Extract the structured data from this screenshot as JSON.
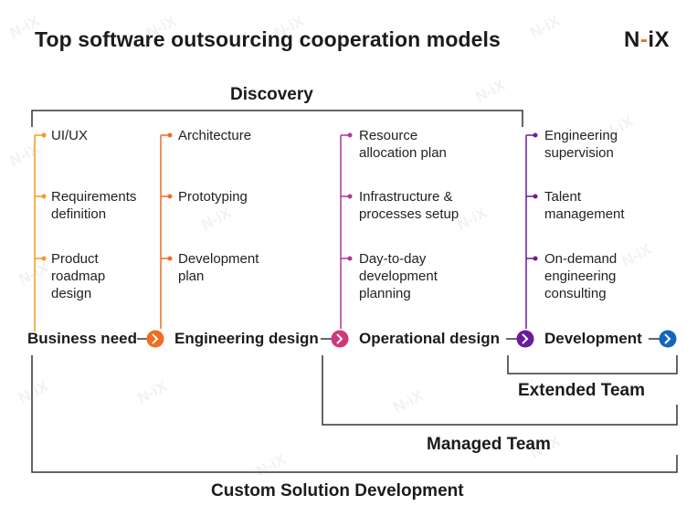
{
  "title": "Top software outsourcing cooperation models",
  "logo": {
    "n": "N",
    "dash": "-",
    "ix": "iX"
  },
  "watermark": "N-iX",
  "brackets": {
    "discovery": "Discovery",
    "extended_team": "Extended Team",
    "managed_team": "Managed Team",
    "custom_solution": "Custom Solution Development"
  },
  "stages": [
    {
      "label": "Business need",
      "color": "#f59b1f"
    },
    {
      "label": "Engineering design",
      "color": "#f26c21"
    },
    {
      "label": "Operational design",
      "color": "#b1349a"
    },
    {
      "label": "Development",
      "color": "#6a1b9a"
    }
  ],
  "end_arrow_color": "#1565c0",
  "columns": [
    {
      "color": "#f59b1f",
      "items": [
        "UI/UX",
        "Requirements\ndefinition",
        "Product\nroadmap\ndesign"
      ]
    },
    {
      "color": "#f26c21",
      "items": [
        "Architecture",
        "Prototyping",
        "Development\nplan"
      ]
    },
    {
      "color": "#b1349a",
      "items": [
        "Resource\nallocation plan",
        "Infrastructure &\nprocesses setup",
        "Day-to-day\ndevelopment\nplanning"
      ]
    },
    {
      "color": "#6a1b9a",
      "items": [
        "Engineering\nsupervision",
        "Talent\nmanagement",
        "On-demand\nengineering\nconsulting"
      ]
    }
  ]
}
